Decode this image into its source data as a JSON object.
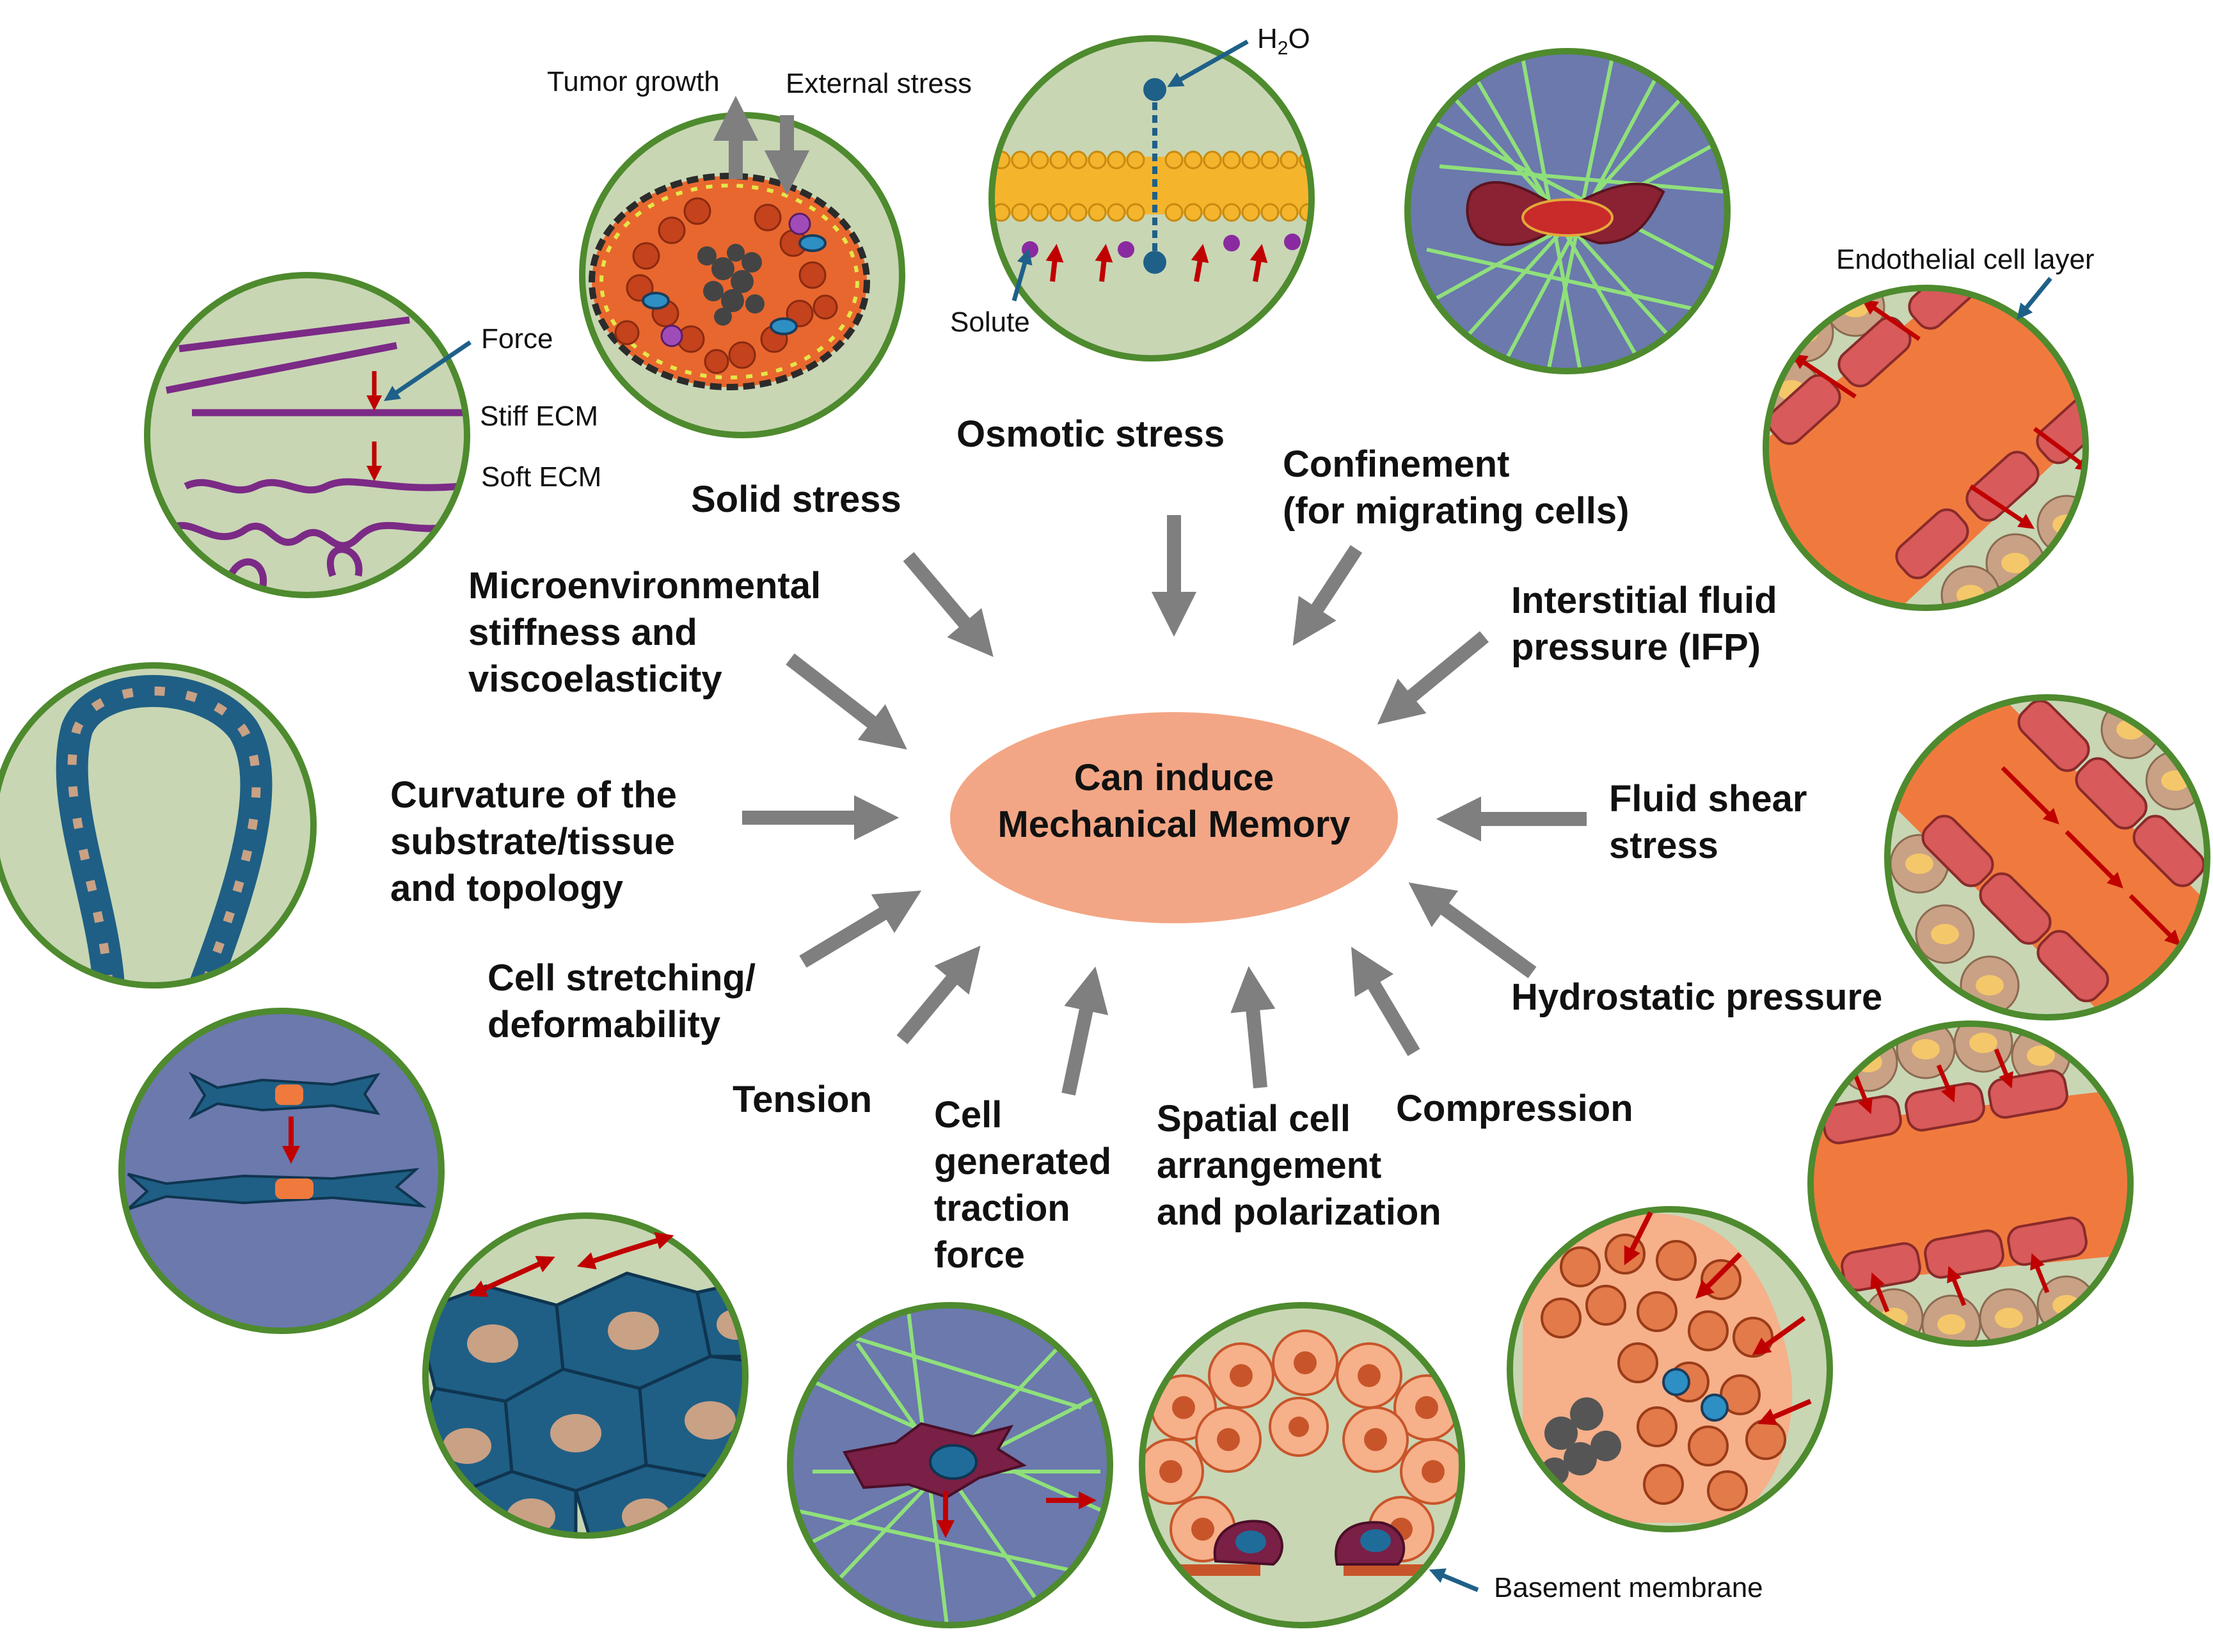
{
  "center": {
    "line1": "Can induce",
    "line2": "Mechanical Memory"
  },
  "labels": {
    "solid_stress": "Solid stress",
    "osmotic_stress": "Osmotic stress",
    "confinement_1": "Confinement",
    "confinement_2": "(for migrating cells)",
    "ifp_1": "Interstitial fluid",
    "ifp_2": "pressure (IFP)",
    "stiffness_1": "Microenvironmental",
    "stiffness_2": "stiffness and",
    "stiffness_3": "viscoelasticity",
    "curvature_1": "Curvature of the",
    "curvature_2": "substrate/tissue",
    "curvature_3": "and topology",
    "fluid_shear_1": "Fluid shear",
    "fluid_shear_2": "stress",
    "stretching_1": "Cell stretching/",
    "stretching_2": "deformability",
    "hydrostatic": "Hydrostatic pressure",
    "tension": "Tension",
    "traction_1": "Cell",
    "traction_2": "generated",
    "traction_3": "traction",
    "traction_4": "force",
    "spatial_1": "Spatial cell",
    "spatial_2": "arrangement",
    "spatial_3": "and polarization",
    "compression": "Compression"
  },
  "annotations": {
    "tumor_growth": "Tumor growth",
    "external_stress": "External stress",
    "h2o_main": "H",
    "h2o_sub": "2",
    "h2o_end": "O",
    "solute": "Solute",
    "force": "Force",
    "stiff_ecm": "Stiff ECM",
    "soft_ecm": "Soft ECM",
    "endothelial": "Endothelial cell layer",
    "basement_membrane": "Basement membrane"
  },
  "colors": {
    "arrow_gray": "#7f7f7f",
    "circle_border": "#4e8a2e",
    "circle_fill_green": "#c8d6b4",
    "circle_fill_blue": "#6b79ad",
    "center_fill": "#f3a685",
    "red_arrow": "#c00000",
    "vessel_orange": "#f07a3e",
    "endothelial_red": "#d85a5a",
    "ecm_purple": "#7b2a86",
    "fiber_green": "#8fe07a",
    "cell_blue": "#1f5f85"
  }
}
